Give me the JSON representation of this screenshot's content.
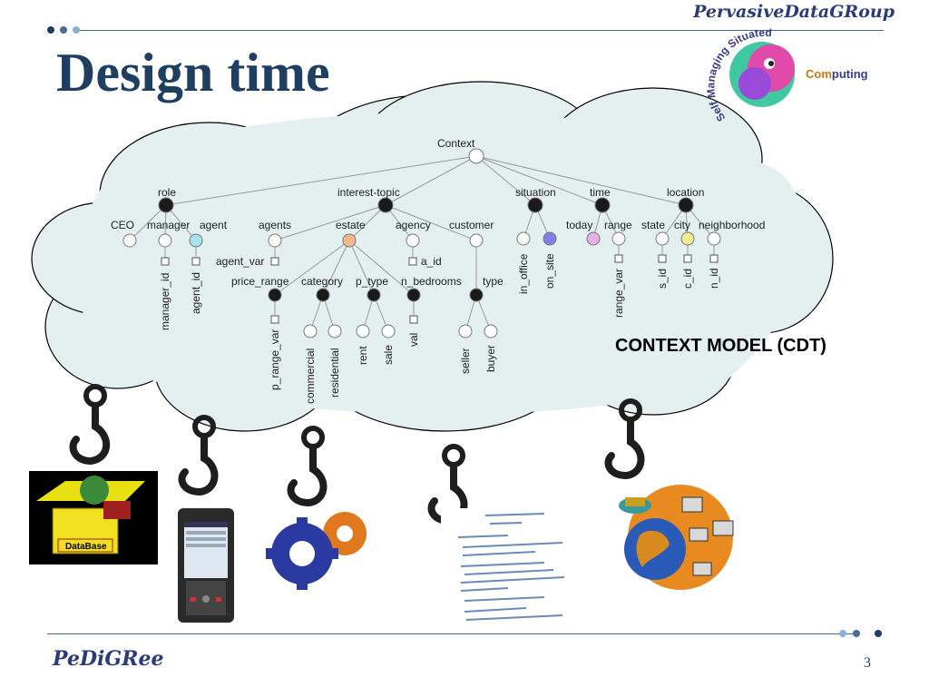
{
  "slide": {
    "title": "Design time",
    "brand_top": "PervasiveDataGRoup",
    "brand_bottom": "PeDiGRee",
    "page_number": "3",
    "cdt_label": "CONTEXT MODEL (CDT)"
  },
  "logo": {
    "arc_text": "Self Managing Situated",
    "computing": "Computing",
    "computing_highlight": "Com",
    "computing_rest": "puting"
  },
  "tree": {
    "root": "Context",
    "dimensions": {
      "role": "role",
      "interest_topic": "interest-topic",
      "situation": "situation",
      "time": "time",
      "location": "location"
    },
    "values": {
      "ceo": "CEO",
      "manager": "manager",
      "agent": "agent",
      "agents": "agents",
      "estate": "estate",
      "agency": "agency",
      "customer": "customer",
      "today": "today",
      "range": "range",
      "state": "state",
      "city": "city",
      "neighborhood": "neighborhood",
      "in_office": "in_office",
      "on_site": "on_site",
      "commercial": "commercial",
      "residential": "residential",
      "rent": "rent",
      "sale": "sale",
      "seller": "seller",
      "buyer": "buyer"
    },
    "sub_dimensions": {
      "price_range": "price_range",
      "category": "category",
      "p_type": "p_type",
      "n_bedrooms": "n_bedrooms",
      "type": "type"
    },
    "parameters": {
      "manager_id": "manager_id",
      "agent_id": "agent_id",
      "agent_var": "agent_var",
      "a_id": "a_id",
      "range_var": "range_var",
      "s_id": "s_id",
      "c_id": "c_id",
      "n_id": "n_id",
      "p_range_var": "p_range_var",
      "val": "val"
    }
  },
  "sources": {
    "database_label": "DataBase"
  },
  "colors": {
    "title": "#1f3f60",
    "cloud_fill": "#e4efef",
    "dimension_node": "#1a1a1a",
    "agent_node": "#a8e4f0",
    "estate_node": "#f5b88a",
    "on_site_node": "#8080e8",
    "today_node": "#e8b0e8",
    "city_node": "#f0ec90"
  }
}
